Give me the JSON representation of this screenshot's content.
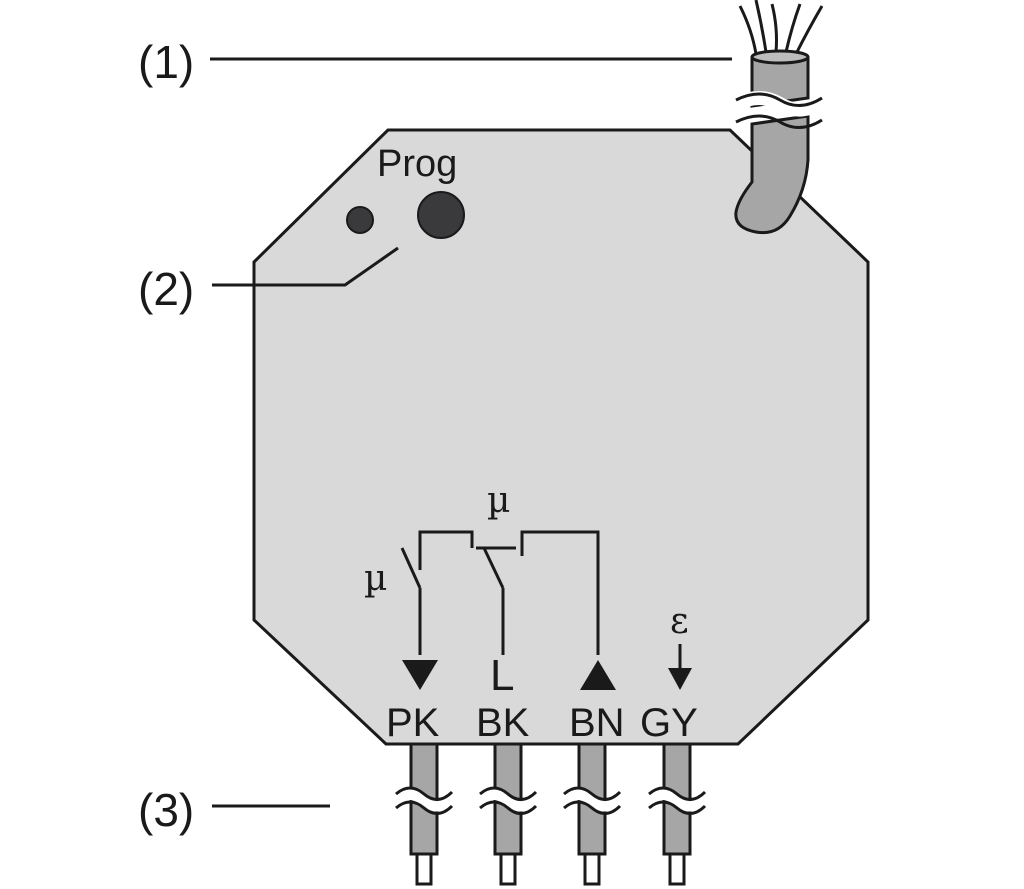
{
  "callouts": {
    "one": "(1)",
    "two": "(2)",
    "three": "(3)"
  },
  "device": {
    "prog_label": "Prog",
    "body_color": "#d9d9d9",
    "led_color": "#3a3a3c"
  },
  "circuit": {
    "mu_left": "µ",
    "mu_top": "µ",
    "epsilon": "ε",
    "l_label": "L"
  },
  "wires": [
    {
      "label": "PK"
    },
    {
      "label": "BK"
    },
    {
      "label": "BN"
    },
    {
      "label": "GY"
    }
  ],
  "icons": [
    "arrow-down-triangle-icon",
    "arrow-up-triangle-icon",
    "input-arrow-icon",
    "led-icon",
    "prog-button-icon"
  ]
}
